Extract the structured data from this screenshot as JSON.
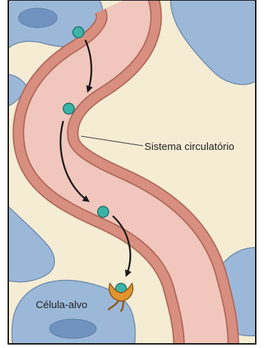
{
  "labels": {
    "circulatory_system": "Sistema circulatório",
    "target_cell": "Célula-alvo"
  },
  "colors": {
    "background": "#f5ecd4",
    "cell_fill": "#9cb8d8",
    "cell_stroke": "#6e8cad",
    "nucleus_fill": "#6f93be",
    "vessel_wall": "#d88f7f",
    "vessel_wall_stroke": "#b06a5c",
    "vessel_lumen": "#f1c7bd",
    "hormone_fill": "#3bb3a6",
    "hormone_stroke": "#1f6f6a",
    "receptor_fill": "#e0942f",
    "receptor_stroke": "#8a5718",
    "arrow": "#1a1a1a",
    "frame": "#111111"
  },
  "icons": {
    "hormone": "circle-molecule",
    "receptor": "cup-receptor",
    "arrow": "curved-arrow"
  }
}
